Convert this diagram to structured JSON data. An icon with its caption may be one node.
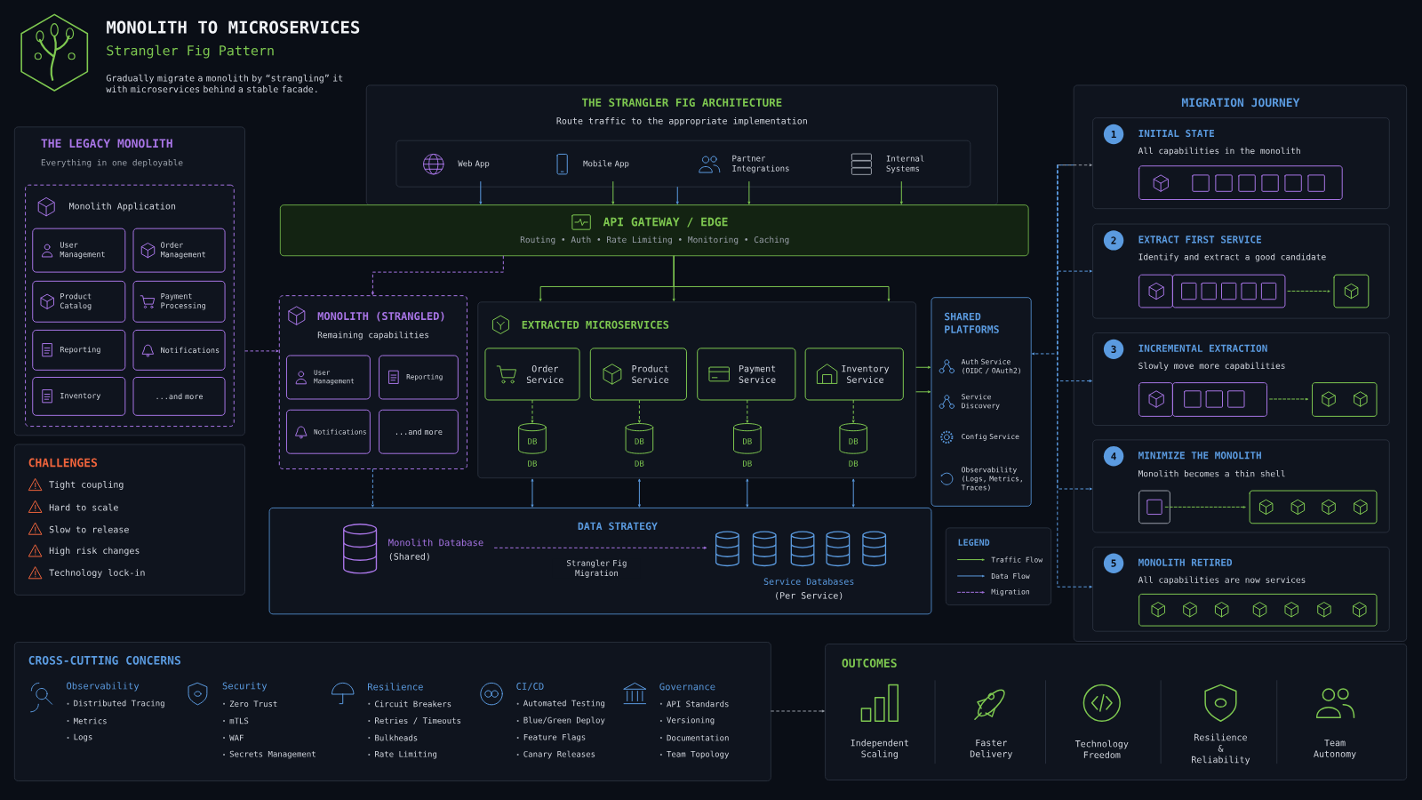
{
  "diagram": {
    "title": "MONOLITH TO MICROSERVICES",
    "nodes": [
      {
        "text": [
          "THE LEGACY MONOLITH",
          "Everything in one deployable"
        ]
      },
      {
        "text": [
          "Monolith Application"
        ],
        "in": 0
      },
      {
        "text": [
          "User Management"
        ],
        "in": 1
      },
      {
        "text": [
          "Order Management"
        ],
        "in": 1
      },
      {
        "text": [
          "Product Catalog"
        ],
        "in": 1
      },
      {
        "text": [
          "Payment Processing"
        ],
        "in": 1
      },
      {
        "text": [
          "Reporting"
        ],
        "in": 1
      },
      {
        "text": [
          "Notifications"
        ],
        "in": 1
      },
      {
        "text": [
          "Inventory"
        ],
        "in": 1
      },
      {
        "text": [
          "...and more"
        ],
        "in": 1
      },
      {
        "text": [
          "CHALLENGES",
          "Tight coupling",
          "Hard to scale",
          "Slow to release",
          "High risk changes",
          "Technology lock-in"
        ]
      },
      {
        "text": [
          "THE STRANGLER FIG ARCHITECTURE",
          "Route traffic to the appropriate implementation"
        ]
      },
      {
        "text": [],
        "shape": "box",
        "in": 11
      },
      {
        "text": [
          "Web App"
        ],
        "in": 12
      },
      {
        "text": [
          "Mobile App"
        ],
        "in": 12
      },
      {
        "text": [
          "Partner Integrations"
        ],
        "in": 12
      },
      {
        "text": [
          "Internal Systems"
        ],
        "in": 12
      },
      {
        "text": [
          "API GATEWAY / EDGE",
          "Routing • Auth • Rate Limiting • Monitoring • Caching"
        ]
      },
      {
        "text": [
          "MONOLITH (STRANGLED)",
          "Remaining capabilities"
        ]
      },
      {
        "text": [
          "User Management"
        ],
        "in": 18
      },
      {
        "text": [
          "Reporting"
        ],
        "in": 18
      },
      {
        "text": [
          "Notifications"
        ],
        "in": 18
      },
      {
        "text": [
          "...and more"
        ],
        "in": 18
      },
      {
        "text": [
          "EXTRACTED MICROSERVICES"
        ]
      },
      {
        "text": [
          "Order Service"
        ],
        "in": 23
      },
      {
        "text": [
          "Product Service"
        ],
        "in": 23
      },
      {
        "text": [
          "Payment Service"
        ],
        "in": 23
      },
      {
        "text": [
          "Inventory Service"
        ],
        "in": 23
      },
      {
        "text": [
          "DB",
          "DB"
        ],
        "in": 23
      },
      {
        "text": [
          "DB",
          "DB"
        ],
        "in": 23
      },
      {
        "text": [
          "DB",
          "DB"
        ],
        "in": 23
      },
      {
        "text": [
          "DB",
          "DB"
        ],
        "in": 23
      },
      {
        "text": [
          "SHARED PLATFORMS",
          "Auth Service (OIDC / OAuth2)",
          "Service Discovery",
          "Config Service",
          "Observability (Logs, Metrics, Traces)"
        ]
      },
      {
        "text": [
          "DATA STRATEGY"
        ]
      },
      {
        "text": [
          "Monolith Database",
          "(Shared)"
        ],
        "in": 33
      },
      {
        "text": [
          "Service Databases",
          "(Per Service)"
        ],
        "in": 33
      },
      {
        "text": [
          "MIGRATION JOURNEY"
        ]
      },
      {
        "text": [
          "1",
          "INITIAL STATE",
          "All capabilities in the monolith"
        ],
        "in": 36
      },
      {
        "text": [
          "2",
          "EXTRACT FIRST SERVICE",
          "Identify and extract a good candidate"
        ],
        "in": 36
      },
      {
        "text": [
          "3",
          "INCREMENTAL EXTRACTION",
          "Slowly move more capabilities"
        ],
        "in": 36
      },
      {
        "text": [
          "4",
          "MINIMIZE THE MONOLITH",
          "Monolith becomes a thin shell"
        ],
        "in": 36
      },
      {
        "text": [
          "5",
          "MONOLITH RETIRED",
          "All capabilities are now services"
        ],
        "in": 36
      },
      {
        "text": [
          "CROSS-CUTTING CONCERNS",
          "Observability",
          "Distributed Tracing",
          "Metrics",
          "Logs",
          "Security",
          "Zero Trust",
          "mTLS",
          "WAF",
          "Secrets Management",
          "Resilience",
          "Circuit Breakers",
          "Retries / Timeouts",
          "Bulkheads",
          "Rate Limiting",
          "CI/CD",
          "Automated Testing",
          "Blue/Green Deploy",
          "Feature Flags",
          "Canary Releases",
          "Governance",
          "API Standards",
          "Versioning",
          "Documentation",
          "Team Topology"
        ]
      },
      {
        "text": [
          "OUTCOMES",
          "Independent Scaling",
          "Faster Delivery",
          "Technology Freedom",
          "Resilience & Reliability",
          "Team Autonomy"
        ]
      }
    ],
    "edges": [
      {
        "from": 0,
        "to": 18,
        "arrow": "to",
        "style": "dashed",
        "color": "#a875e6"
      },
      {
        "from": 13,
        "to": 17,
        "arrow": "to"
      },
      {
        "from": 14,
        "to": 17,
        "arrow": "to",
        "color": "#7ec850"
      },
      {
        "from": 12,
        "to": 17,
        "arrow": "to"
      },
      {
        "from": 15,
        "to": 17,
        "arrow": "to",
        "color": "#7ec850"
      },
      {
        "from": 16,
        "to": 17,
        "arrow": "to",
        "color": "#7ec850"
      },
      {
        "from": 17,
        "to": 18,
        "arrow": "to",
        "style": "dashed",
        "color": "#a875e6"
      },
      {
        "from": 17,
        "to": 23,
        "arrow": "to",
        "color": "#7ec850"
      },
      {
        "from": 17,
        "to": 23,
        "arrow": "to",
        "color": "#7ec850"
      },
      {
        "from": 17,
        "to": 23,
        "arrow": "to",
        "color": "#7ec850"
      },
      {
        "from": 24,
        "to": 28,
        "arrow": "to",
        "style": "dashed",
        "color": "#7ec850"
      },
      {
        "from": 25,
        "to": 29,
        "arrow": "to",
        "style": "dashed",
        "color": "#7ec850"
      },
      {
        "from": 26,
        "to": 30,
        "arrow": "to",
        "style": "dashed",
        "color": "#7ec850"
      },
      {
        "from": 27,
        "to": 31,
        "arrow": "to",
        "style": "dashed",
        "color": "#7ec850"
      },
      {
        "from": 23,
        "to": 33,
        "arrow": "both"
      },
      {
        "from": 23,
        "to": 33,
        "arrow": "both"
      },
      {
        "from": 23,
        "to": 33,
        "arrow": "both"
      },
      {
        "from": 23,
        "to": 33,
        "arrow": "both"
      },
      {
        "from": 18,
        "to": 33,
        "arrow": "to",
        "style": "dashed"
      },
      {
        "from": 23,
        "to": 32,
        "arrow": "to",
        "color": "#7ec850"
      },
      {
        "from": 23,
        "to": 32,
        "arrow": "to",
        "color": "#7ec850"
      },
      {
        "from": 36,
        "to": 32,
        "arrow": "to",
        "style": "dashed"
      },
      {
        "from": null,
        "to": 37,
        "arrow": "to",
        "style": "dashed",
        "color": "#9aa0aa"
      },
      {
        "from": null,
        "to": 38,
        "arrow": "to",
        "style": "dashed"
      },
      {
        "from": null,
        "to": 39,
        "arrow": "to",
        "style": "dashed"
      },
      {
        "from": null,
        "to": 40,
        "arrow": "to",
        "style": "dashed"
      },
      {
        "from": null,
        "to": 41,
        "arrow": "to",
        "style": "dashed"
      },
      {
        "from": 34,
        "to": 35,
        "arrow": "to",
        "style": "dashed",
        "color": "#a875e6",
        "label": "Strangler Fig Migration"
      },
      {
        "from": 42,
        "to": 43,
        "arrow": "to",
        "style": "dashed",
        "color": "#9aa0aa"
      }
    ],
    "labels": [
      "Strangler Fig Pattern",
      "Gradually migrate a monolith by “strangling” it with microservices behind a stable facade.",
      "LEGEND"
    ],
    "legend": [
      {
        "text": "Traffic Flow"
      },
      {
        "text": "Data Flow"
      },
      {
        "text": "Migration"
      }
    ]
  }
}
